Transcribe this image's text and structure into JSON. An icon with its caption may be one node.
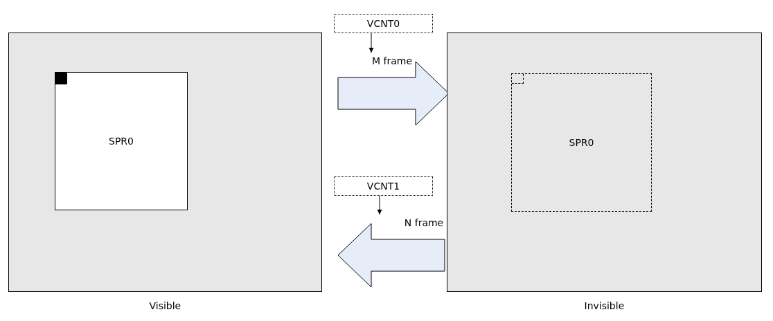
{
  "diagram": {
    "nodes": [
      {
        "text": [],
        "shape": "box",
        "beside": [
          "Visible"
        ]
      },
      {
        "text": [
          "SPR0"
        ],
        "in": 0
      },
      {
        "text": [
          "VCNT0"
        ]
      },
      {
        "text": [
          "M frame"
        ]
      },
      {
        "text": [
          "VCNT1"
        ]
      },
      {
        "text": [
          "N frame"
        ]
      },
      {
        "text": [],
        "shape": "box",
        "beside": [
          "Invisible"
        ]
      },
      {
        "text": [
          "SPR0"
        ],
        "in": 6
      }
    ],
    "edges": [
      {
        "from": 2,
        "to": 3,
        "arrow": "to"
      },
      {
        "from": 0,
        "to": 6,
        "arrow": "to",
        "style": "thick",
        "color": "#e6edf8"
      },
      {
        "from": 4,
        "to": 5,
        "arrow": "to"
      },
      {
        "from": 6,
        "to": 0,
        "arrow": "to",
        "style": "thick",
        "color": "#e6edf8"
      }
    ]
  }
}
